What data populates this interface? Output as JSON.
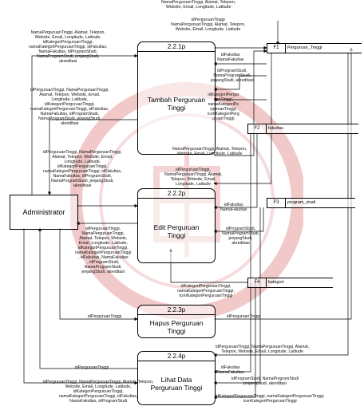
{
  "entity": {
    "label": "Administrator"
  },
  "processes": [
    {
      "num": "2.2.1p",
      "name": "Tambah Perguruan\nTinggi"
    },
    {
      "num": "2.2.2p",
      "name": "Edit Perguruan\nTinggi"
    },
    {
      "num": "2.2.3p",
      "name": "Hapus Perguruan\nTinggi"
    },
    {
      "num": "2.2.4p",
      "name": "Lihat Data\nPerguruan Tinggi"
    }
  ],
  "stores": [
    {
      "id": "F1",
      "name": "Perguruan_Tinggi"
    },
    {
      "id": "F2",
      "name": "fakultas"
    },
    {
      "id": "F3",
      "name": "program_studi"
    },
    {
      "id": "F4",
      "name": "kategori"
    }
  ],
  "flows": {
    "top_in": "NamaPerguruanTinggi, Alamat, Telepon,\nWebsite, Email, Longitude, Latitude",
    "p1_to_f1": "idPerguruanTinggi\nNamaPerguruanTinggi, Alamat, Telepon,\nWebsite, Email, Longitude, Latitude",
    "admin_to_p1": "NamaPerguruanTinggi, Alamat, Telepon,\nWebsite, Email, Longitude, Latitude,\nidKategoriPerguruanTinggi,\nnamaKategoriPerguruanTinggi, idFakultas,\nNamaFakultas, idProgramStudi,\nNamaProgramStudi, jenjangStudi,\nakreditasi",
    "f2_to_p1": "idFakultas\nNamaFakultas",
    "f3_to_p1": "idProgramStudi,\nNamaProgramStudi,\njenjangStudi, akreditasi",
    "f4_to_p1": "idKategoriPergur\nuanTinggi,\nnamaKategoriPe\nrguruanTinggi,\niconKategoriPerg\nuruanTinggi",
    "p1_to_admin": "idPerguruanTinggi, NamaPerguruanTinggi,\nAlamat, Telepon, Website, Email,\nLongitude, Latitude,\nidKategoriPerguruanTinggi,\nnamaKategoriPerguruanTinggi, idFakultas,\nNamaFakultas, idProgramStudi,\nNamaProgramStudi, jenjangStudi,\nakreditasi",
    "admin_to_p2": "idPerguruanTinggi, NamaPerguruanTinggi,\nAlamat, Telepon, Website, Email,\nLongitude, Latitude,\nidKategoriPerguruanTinggi,\nnamaKategoriPerguruanTinggi, idFakultas,\nNamaFakultas, idProgramStudi,\nNamaProgramStudi, jenjangStudi,\nakreditasi",
    "p2_to_f1_top": "NamaPerguruanTinggi, Alamat, Telepon,\nWebsite, Email, Longitude, Latitude",
    "f1_to_p2": "idPerguruanTinggi,\nNamaPerguruanTinggi, Alamat,\nTelepon, Website, Email,\nLongitude, Latitude",
    "f2_to_p2": "idFakultas\nNamaFakultas",
    "f3_to_p2": "idProgramStudi,\nNamaProgramStudi,\njenjangStudi,\nakreditasi",
    "p2_to_admin": "idPerguruanTinggi,\nNamaPerguruanTinggi,\nAlamat, Telepon, Website,\nEmail, Longitude, Latitude,\nidKategoriPerguruanTinggi,\nnamaKategoriPerguruanTinggi\n, idFakultas, NamaFakultas\n, idProgramStudi,\nNamaProgramStudi,\njenjangStudi, akreditasi",
    "f4_to_p2": "idKategoriPerguruanTinggi,\nnamaKategoriPerguruanTinggi,\niconKategoriPerguruanTinggi",
    "admin_to_p3": "idPerguruanTinggi",
    "p3_to_f1": "idPerguruanTinggi",
    "f1_to_p4": "idPerguruanTinggi, NamaPerguruanTinggi, Alamat,\nTelepon, Website, Email, Longitude, Latitude",
    "f2_to_p4": "idFakultas\nNamaFakultas",
    "f3_to_p4": "idProgramStudi, NamaProgramStudi\njenjangStudi, akreditasi",
    "f4_to_p4": "idKategoriPerguruanTinggi, namaKategoriPerguruanTinggi,\niconKategoriPerguruanTinggi",
    "admin_to_p4": "idPerguruanTinggi",
    "p4_to_admin": "idPerguruanTinggi, NamaPerguruanTinggi, Alamat, Telepon,\nWebsite, Email, Longitude, Latitude,\nidKategoriPerguruanTinggi,\nnamaKategoriPerguruanTinggi, idFakultas,\nNamaFakultas, idProgramStudi"
  }
}
